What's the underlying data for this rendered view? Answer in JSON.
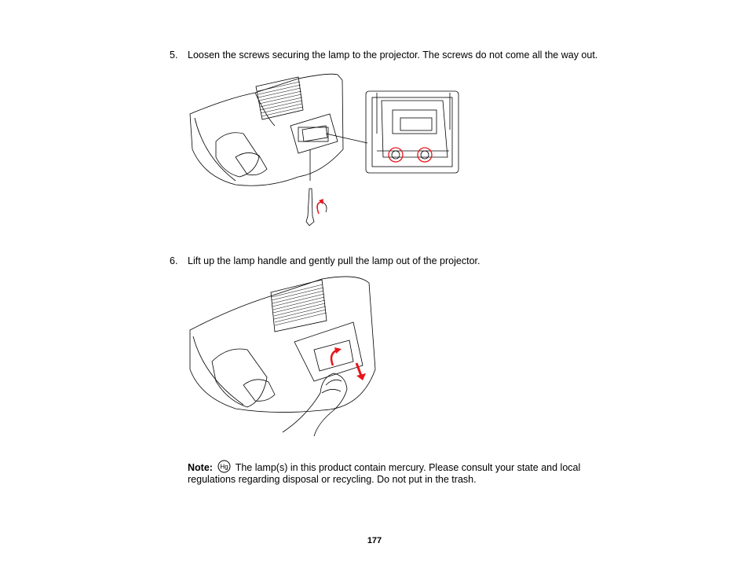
{
  "steps": [
    {
      "number": "5.",
      "text": "Loosen the screws securing the lamp to the projector. The screws do not come all the way out."
    },
    {
      "number": "6.",
      "text": "Lift up the lamp handle and gently pull the lamp out of the projector."
    }
  ],
  "note": {
    "label": "Note:",
    "icon": "Hg",
    "text": "The lamp(s) in this product contain mercury. Please consult your state and local regulations regarding disposal or recycling. Do not put in the trash."
  },
  "page_number": "177",
  "colors": {
    "highlight": "#e8151b",
    "line": "#000000"
  }
}
